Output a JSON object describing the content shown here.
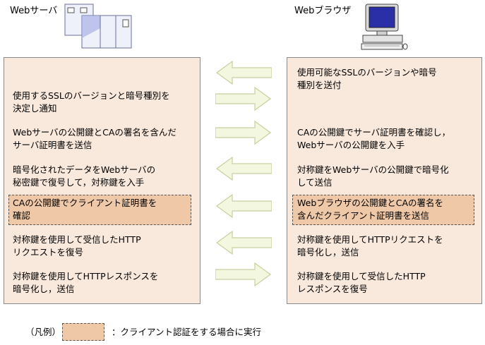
{
  "server": {
    "title": "Webサーバ",
    "icon": "server-icon"
  },
  "browser": {
    "title": "Webブラウザ",
    "icon": "computer-icon"
  },
  "server_steps": [
    {
      "line1": "使用するSSLのバージョンと暗号種別を",
      "line2": "決定し通知"
    },
    {
      "line1": "Webサーバの公開鍵とCAの署名を含んだ",
      "line2": "サーバ証明書を送信"
    },
    {
      "line1": "暗号化されたデータをWebサーバの",
      "line2": "秘密鍵で復号して，対称鍵を入手"
    },
    {
      "line1": "CAの公開鍵でクライアント証明書を",
      "line2": "確認"
    },
    {
      "line1": "対称鍵を使用して受信したHTTP",
      "line2": "リクエストを復号"
    },
    {
      "line1": "対称鍵を使用してHTTPレスポンスを",
      "line2": "暗号化し，送信"
    }
  ],
  "browser_steps": [
    {
      "line1": "使用可能なSSLのバージョンや暗号",
      "line2": "種別を送付"
    },
    {
      "line1": "CAの公開鍵でサーバ証明書を確認し，",
      "line2": "Webサーバの公開鍵を入手"
    },
    {
      "line1": "対称鍵をWebサーバの公開鍵で暗号化",
      "line2": "して送信"
    },
    {
      "line1": "Webブラウザの公開鍵とCAの署名を",
      "line2": "含んだクライアント証明書を送信"
    },
    {
      "line1": "対称鍵を使用してHTTPリクエストを",
      "line2": "暗号化し，送信"
    },
    {
      "line1": "対称鍵を使用して受信したHTTP",
      "line2": "レスポンスを復号"
    }
  ],
  "arrows": [
    "left",
    "right",
    "right",
    "left",
    "left",
    "left",
    "right"
  ],
  "legend": {
    "prefix": "（凡例）",
    "text": "：クライアント認証をする場合に実行"
  },
  "colors": {
    "panel": "#f9e8dc",
    "highlight": "#efc8a8",
    "arrow_fill": "#f4f7e0",
    "arrow_stroke": "#c9cf9f"
  }
}
